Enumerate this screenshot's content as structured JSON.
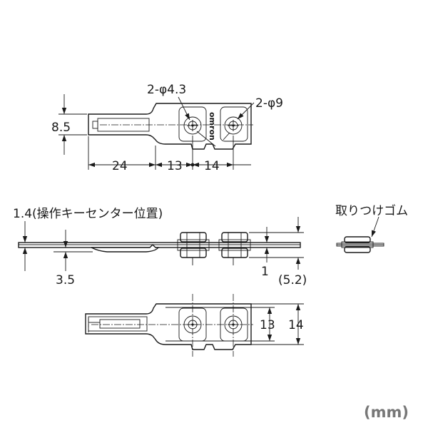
{
  "top_view": {
    "dim_height": "8.5",
    "dim_24": "24",
    "dim_13": "13",
    "dim_14": "14",
    "hole_small": "2-φ4.3",
    "hole_large": "2-φ9",
    "brand": "omron"
  },
  "side_view": {
    "operating_key_center": "1.4(操作キーセンター位置)",
    "dim_3_5": "3.5",
    "dim_1": "1",
    "dim_5_2": "(5.2)",
    "rubber_label": "取りつけゴム"
  },
  "bottom_view": {
    "dim_13": "13",
    "dim_14": "14"
  },
  "unit": "(mm)"
}
